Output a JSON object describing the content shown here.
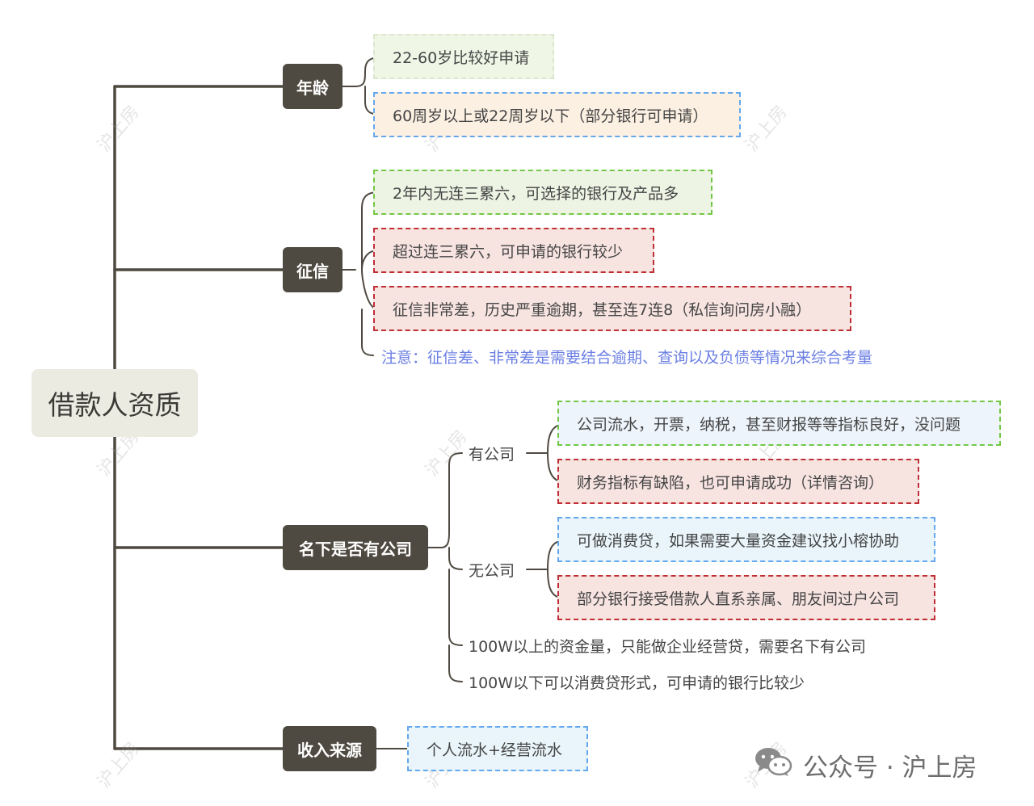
{
  "root": {
    "label": "借款人资质"
  },
  "categories": {
    "age": {
      "label": "年龄",
      "items": [
        "22-60岁比较好申请",
        "60周岁以上或22周岁以下（部分银行可申请）"
      ]
    },
    "credit": {
      "label": "征信",
      "items": [
        "2年内无连三累六，可选择的银行及产品多",
        "超过连三累六，可申请的银行较少",
        "征信非常差，历史严重逾期，甚至连7连8（私信询问房小融）"
      ],
      "note": "注意：征信差、非常差是需要结合逾期、查询以及负债等情况来综合考量"
    },
    "company": {
      "label": "名下是否有公司",
      "has_company": {
        "label": "有公司",
        "items": [
          "公司流水，开票，纳税，甚至财报等等指标良好，没问题",
          "财务指标有缺陷，也可申请成功（详情咨询）"
        ]
      },
      "no_company": {
        "label": "无公司",
        "items": [
          "可做消费贷，如果需要大量资金建议找小榕协助",
          "部分银行接受借款人直系亲属、朋友间过户公司"
        ]
      },
      "notes": [
        "100W以上的资金量，只能做企业经营贷，需要名下有公司",
        "100W以下可以消费贷形式，可申请的银行比较少"
      ]
    },
    "income": {
      "label": "收入来源",
      "items": [
        "个人流水+经营流水"
      ]
    }
  },
  "watermark": "沪上房",
  "footer": {
    "icon": "wechat-icon",
    "text": "公众号 · 沪上房"
  },
  "colors": {
    "connector": "#4f4a41",
    "category_bg": "#4f4a41",
    "root_bg": "#ecebe1",
    "green_border": "#72c844",
    "blue_border": "#65a7ef",
    "red_border": "#c02e35",
    "note_text": "#6b7fe3"
  }
}
